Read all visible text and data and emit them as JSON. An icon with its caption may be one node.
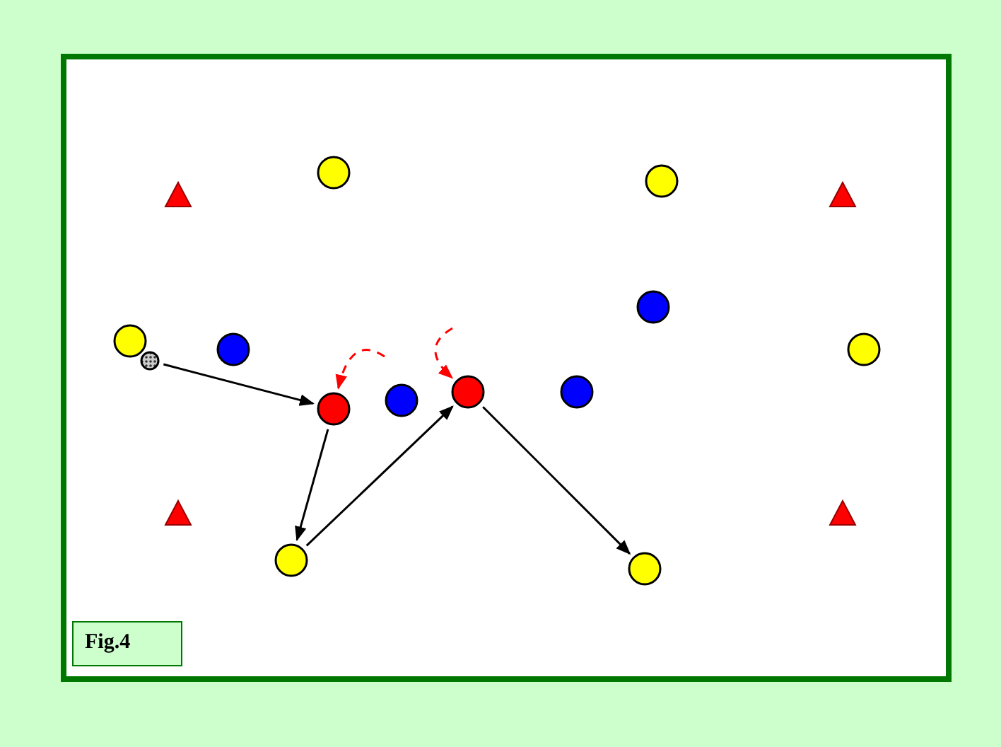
{
  "diagram": {
    "nodes": [
      {
        "text": [],
        "shape": "box"
      },
      {
        "text": [],
        "shape": "triangle",
        "in": 0
      },
      {
        "text": [],
        "shape": "circle",
        "in": 0
      },
      {
        "text": [],
        "shape": "circle",
        "in": 0
      },
      {
        "text": [],
        "shape": "triangle",
        "in": 0
      },
      {
        "text": [],
        "shape": "circle",
        "in": 0
      },
      {
        "text": [],
        "shape": "circle",
        "in": 0
      },
      {
        "text": [],
        "shape": "circle",
        "in": 0
      },
      {
        "text": [],
        "shape": "circle",
        "in": 0
      },
      {
        "text": [],
        "shape": "circle",
        "in": 0
      },
      {
        "text": [],
        "shape": "circle",
        "in": 0
      },
      {
        "text": [],
        "shape": "circle",
        "in": 0
      },
      {
        "text": [],
        "shape": "circle",
        "in": 0
      },
      {
        "text": [],
        "shape": "circle",
        "in": 0
      },
      {
        "text": [],
        "shape": "triangle",
        "in": 0
      },
      {
        "text": [],
        "shape": "triangle",
        "in": 0
      },
      {
        "text": [],
        "shape": "circle",
        "in": 0
      },
      {
        "text": [],
        "shape": "circle",
        "in": 0
      },
      {
        "text": [
          "Fig.4"
        ],
        "in": 0
      }
    ],
    "edges": [
      {
        "from": 9,
        "to": 10,
        "arrow": "to"
      },
      {
        "from": 10,
        "to": 16,
        "arrow": "to"
      },
      {
        "from": 16,
        "to": 12,
        "arrow": "to"
      },
      {
        "from": 12,
        "to": 17,
        "arrow": "to"
      },
      {
        "from": null,
        "to": 10,
        "arrow": "to",
        "style": "dashed",
        "color": "#ff0000"
      },
      {
        "from": null,
        "to": 12,
        "arrow": "to",
        "style": "dashed",
        "color": "#ff0000"
      }
    ]
  }
}
